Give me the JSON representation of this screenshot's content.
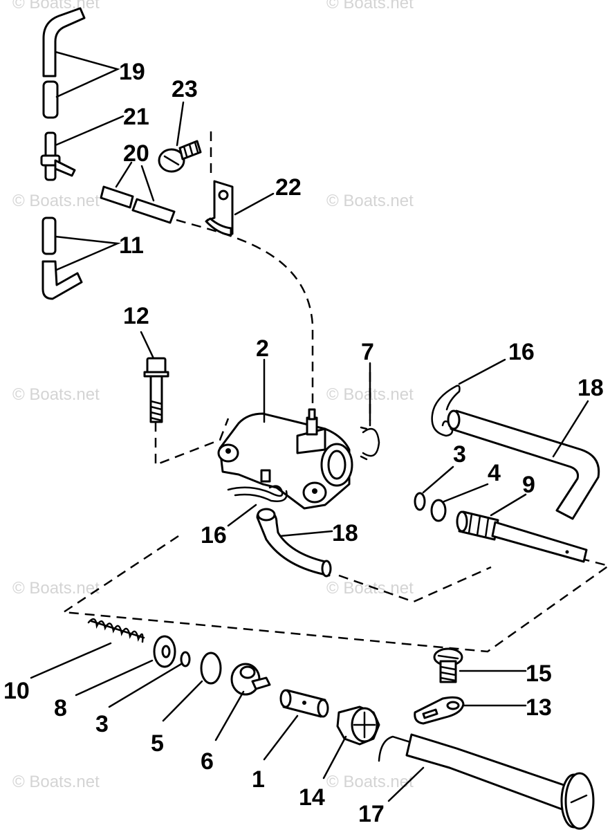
{
  "watermark": "© Boats.net",
  "callouts": [
    {
      "id": "19",
      "text": "19"
    },
    {
      "id": "23",
      "text": "23"
    },
    {
      "id": "21",
      "text": "21"
    },
    {
      "id": "20",
      "text": "20"
    },
    {
      "id": "22",
      "text": "22"
    },
    {
      "id": "11",
      "text": "11"
    },
    {
      "id": "12",
      "text": "12"
    },
    {
      "id": "2",
      "text": "2"
    },
    {
      "id": "7",
      "text": "7"
    },
    {
      "id": "16a",
      "text": "16"
    },
    {
      "id": "18a",
      "text": "18"
    },
    {
      "id": "3a",
      "text": "3"
    },
    {
      "id": "4",
      "text": "4"
    },
    {
      "id": "9",
      "text": "9"
    },
    {
      "id": "16b",
      "text": "16"
    },
    {
      "id": "18b",
      "text": "18"
    },
    {
      "id": "15",
      "text": "15"
    },
    {
      "id": "13",
      "text": "13"
    },
    {
      "id": "10",
      "text": "10"
    },
    {
      "id": "8",
      "text": "8"
    },
    {
      "id": "3b",
      "text": "3"
    },
    {
      "id": "5",
      "text": "5"
    },
    {
      "id": "6",
      "text": "6"
    },
    {
      "id": "1",
      "text": "1"
    },
    {
      "id": "14",
      "text": "14"
    },
    {
      "id": "17",
      "text": "17"
    }
  ]
}
